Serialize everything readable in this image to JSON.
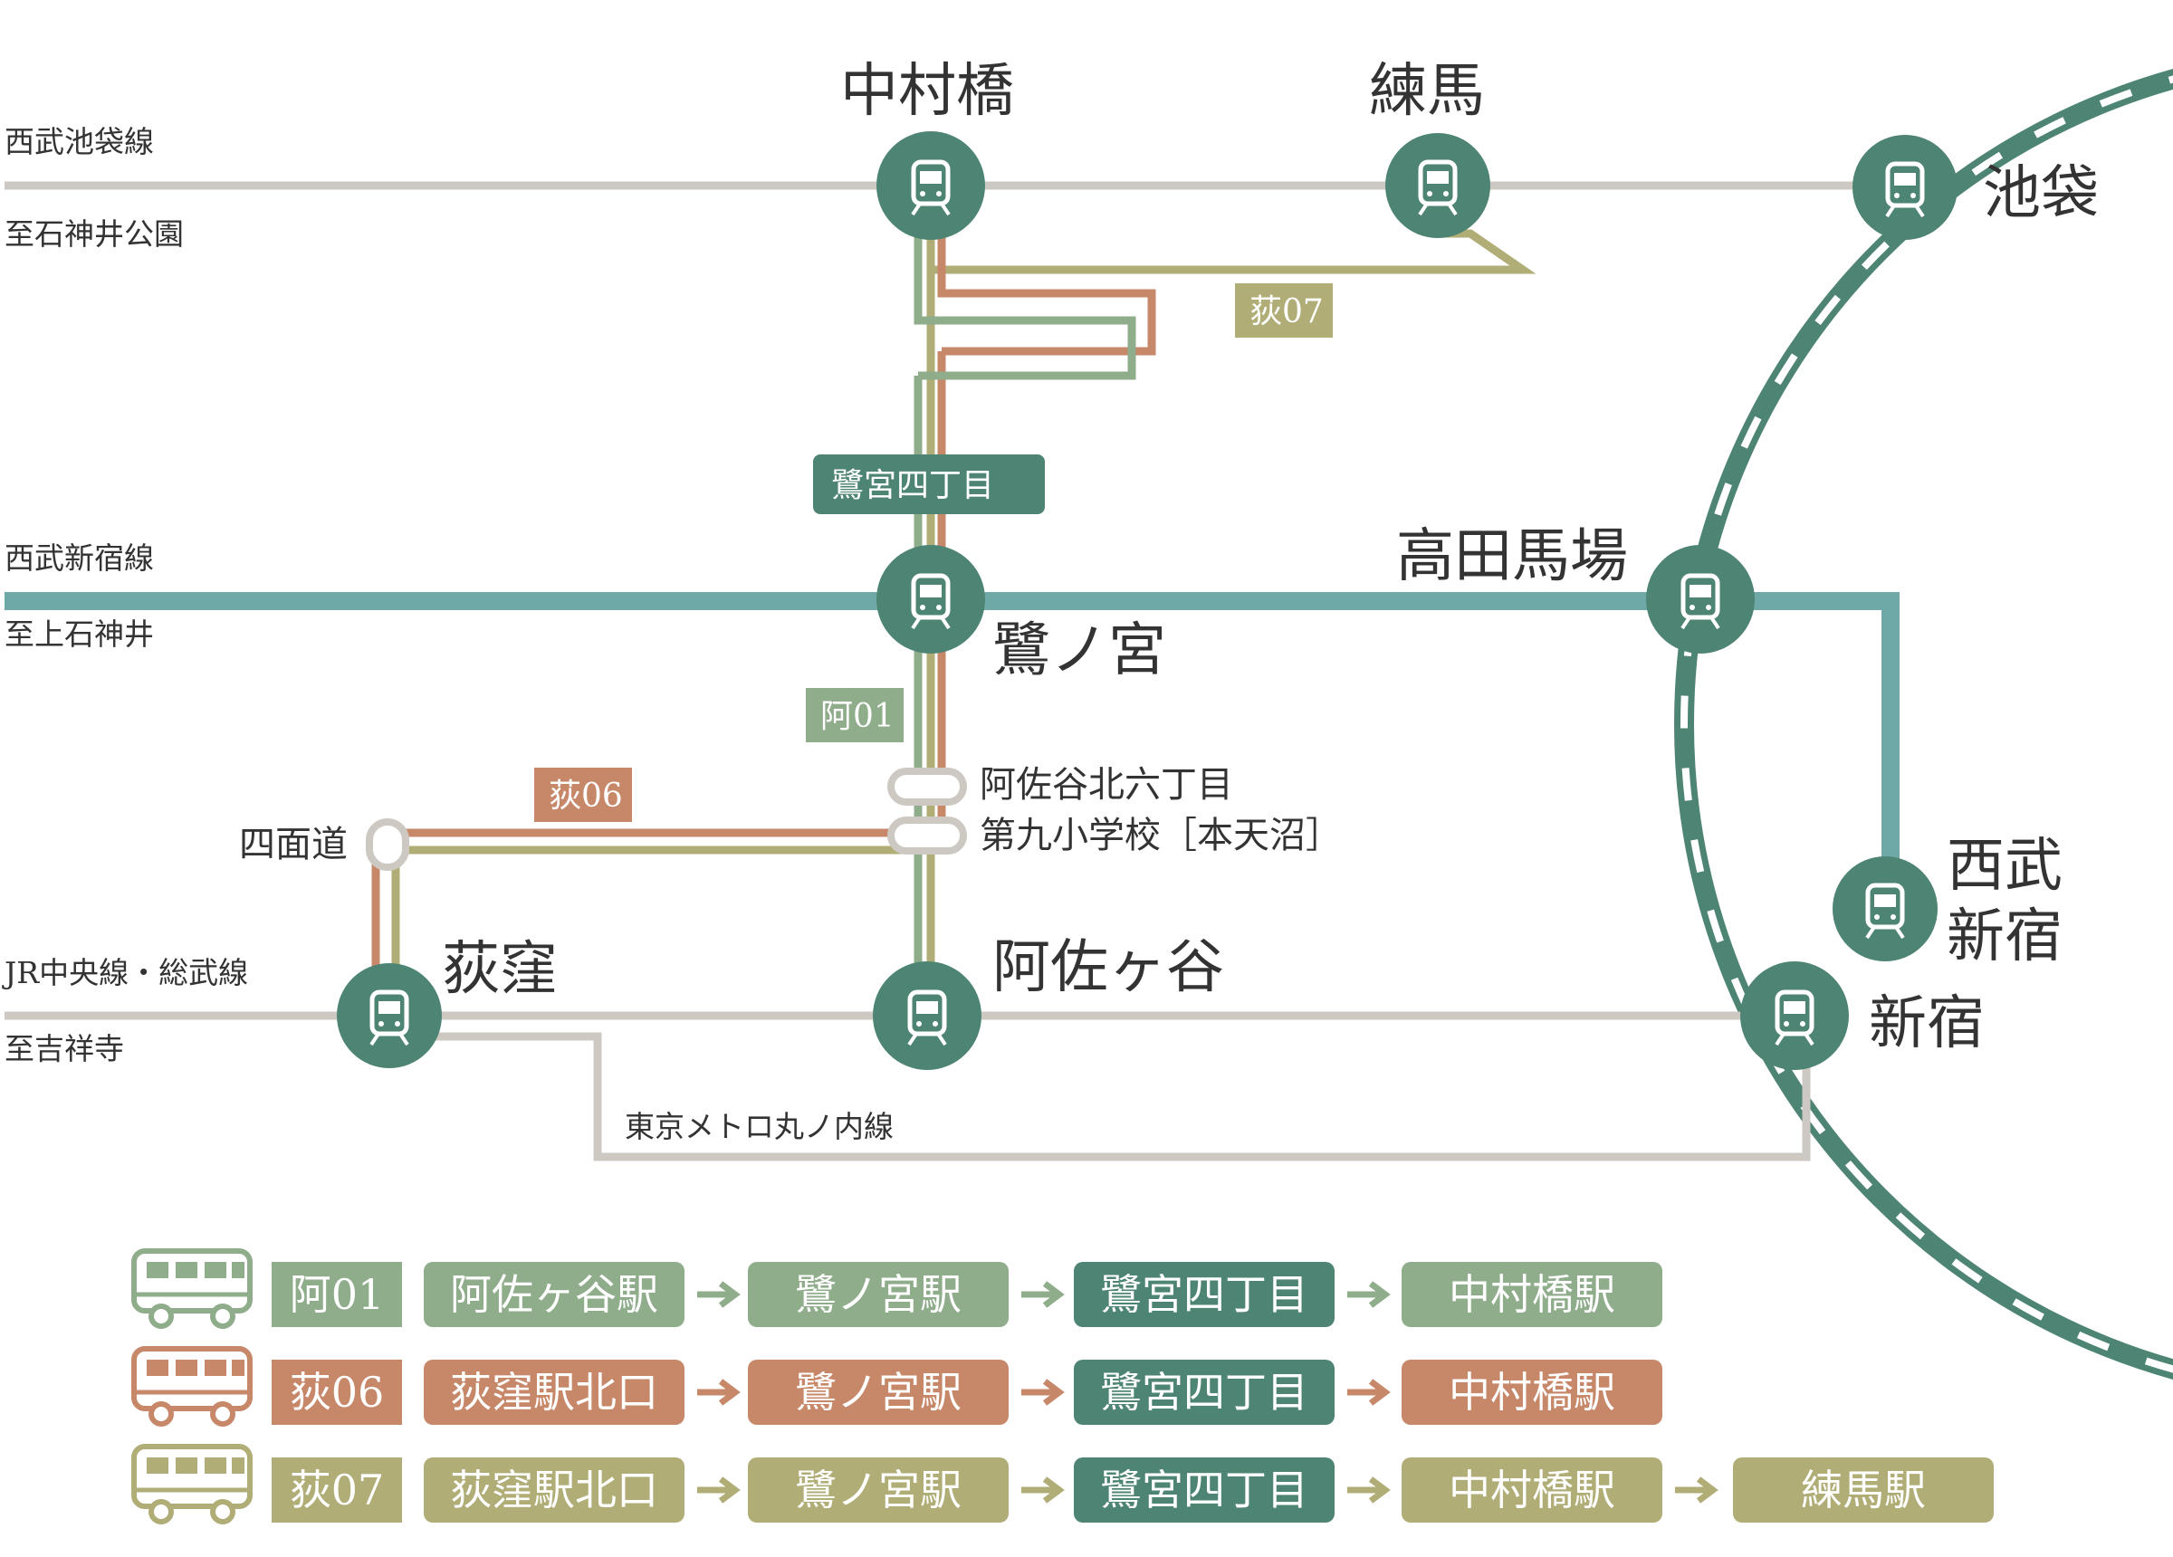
{
  "colors": {
    "a01": "#8fac8b",
    "ogi06": "#c7886a",
    "ogi07": "#b0ad76",
    "dark": "#4e8473",
    "seibu_shinjuku": "#6ea9a7",
    "gray_line": "#cdc8c2",
    "text": "#333333"
  },
  "lines": {
    "seibu_ikebukuro": {
      "name": "西武池袋線",
      "direction": "至石神井公園"
    },
    "seibu_shinjuku": {
      "name": "西武新宿線",
      "direction": "至上石神井"
    },
    "jr_chuo": {
      "name": "JR中央線・総武線",
      "direction": "至吉祥寺"
    },
    "marunouchi": {
      "name": "東京メトロ丸ノ内線"
    }
  },
  "stations": {
    "nakamurabashi": "中村橋",
    "nerima": "練馬",
    "ikebukuro": "池袋",
    "takadanobaba": "高田馬場",
    "saginomiya": "鷺ノ宮",
    "seibu_shinjuku_l1": "西武",
    "seibu_shinjuku_l2": "新宿",
    "ogikubo": "荻窪",
    "asagaya": "阿佐ヶ谷",
    "shinjuku": "新宿"
  },
  "stops": {
    "sagimiya4": "鷺宮四丁目",
    "asagaya_kita6": "阿佐谷北六丁目",
    "daikyu": "第九小学校［本天沼］",
    "shimendo": "四面道"
  },
  "route_tags": {
    "a01": "阿01",
    "ogi06": "荻06",
    "ogi07": "荻07"
  },
  "legend": [
    {
      "route": "阿01",
      "color_key": "a01",
      "stops": [
        "阿佐ヶ谷駅",
        "鷺ノ宮駅",
        "鷺宮四丁目",
        "中村橋駅"
      ],
      "dark_index": 2
    },
    {
      "route": "荻06",
      "color_key": "ogi06",
      "stops": [
        "荻窪駅北口",
        "鷺ノ宮駅",
        "鷺宮四丁目",
        "中村橋駅"
      ],
      "dark_index": 2
    },
    {
      "route": "荻07",
      "color_key": "ogi07",
      "stops": [
        "荻窪駅北口",
        "鷺ノ宮駅",
        "鷺宮四丁目",
        "中村橋駅",
        "練馬駅"
      ],
      "dark_index": 2
    }
  ]
}
